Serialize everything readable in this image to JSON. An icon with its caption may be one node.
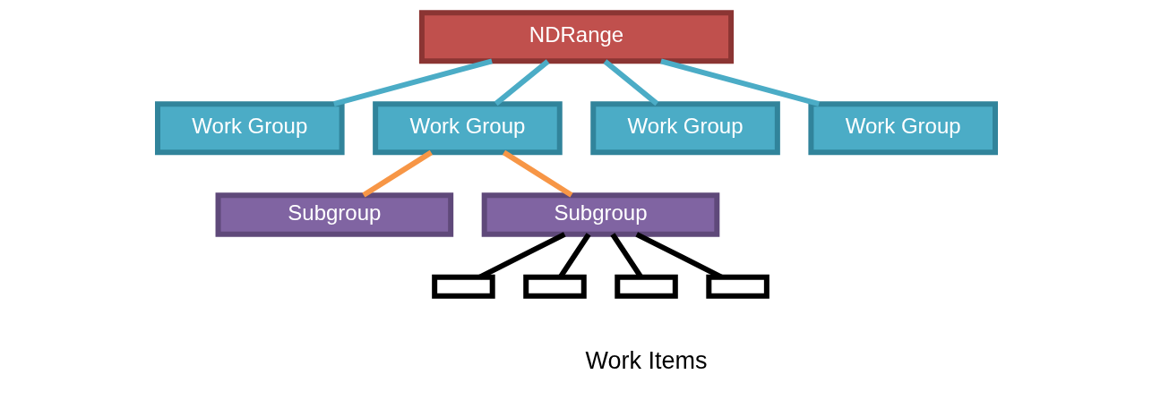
{
  "diagram": {
    "nodes": [
      {
        "text": [
          "NDRange"
        ]
      },
      {
        "text": [
          "Work Group"
        ]
      },
      {
        "text": [
          "Work Group"
        ]
      },
      {
        "text": [
          "Work Group"
        ]
      },
      {
        "text": [
          "Work Group"
        ]
      },
      {
        "text": [
          "Subgroup"
        ]
      },
      {
        "text": [
          "Subgroup"
        ]
      },
      {
        "text": [],
        "shape": "box"
      },
      {
        "text": [],
        "shape": "box"
      },
      {
        "text": [],
        "shape": "box"
      },
      {
        "text": [],
        "shape": "box"
      }
    ],
    "edges": [
      {
        "from": 0,
        "to": 1,
        "arrow": "none",
        "color": "#4bacc6"
      },
      {
        "from": 0,
        "to": 2,
        "arrow": "none",
        "color": "#4bacc6"
      },
      {
        "from": 0,
        "to": 3,
        "arrow": "none",
        "color": "#4bacc6"
      },
      {
        "from": 0,
        "to": 4,
        "arrow": "none",
        "color": "#4bacc6"
      },
      {
        "from": 2,
        "to": 5,
        "arrow": "none",
        "color": "#f79646"
      },
      {
        "from": 2,
        "to": 6,
        "arrow": "none",
        "color": "#f79646"
      },
      {
        "from": 6,
        "to": 7,
        "arrow": "none",
        "color": "#000000"
      },
      {
        "from": 6,
        "to": 8,
        "arrow": "none",
        "color": "#000000"
      },
      {
        "from": 6,
        "to": 9,
        "arrow": "none",
        "color": "#000000"
      },
      {
        "from": 6,
        "to": 10,
        "arrow": "none",
        "color": "#000000"
      }
    ],
    "labels": [
      "Work Items"
    ]
  }
}
